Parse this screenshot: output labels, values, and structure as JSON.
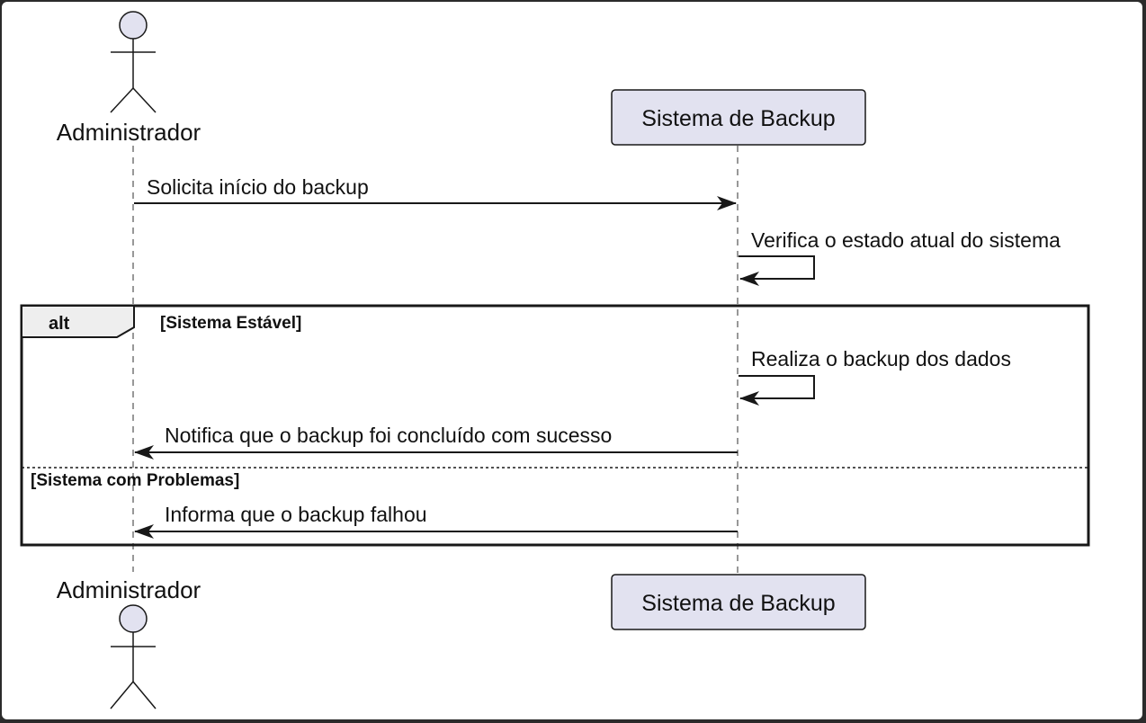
{
  "participants": {
    "actor": {
      "name": "Administrador"
    },
    "system": {
      "name": "Sistema de Backup"
    }
  },
  "messages": [
    {
      "from": "Administrador",
      "to": "Sistema de Backup",
      "label": "Solicita início do backup"
    },
    {
      "from": "Sistema de Backup",
      "to": "Sistema de Backup",
      "label": "Verifica o estado atual do sistema"
    },
    {
      "from": "Sistema de Backup",
      "to": "Sistema de Backup",
      "label": "Realiza o backup dos dados"
    },
    {
      "from": "Sistema de Backup",
      "to": "Administrador",
      "label": "Notifica que o backup foi concluído com sucesso"
    },
    {
      "from": "Sistema de Backup",
      "to": "Administrador",
      "label": "Informa que o backup falhou"
    }
  ],
  "alt_fragment": {
    "keyword": "alt",
    "guard1": "[Sistema Estável]",
    "guard2": "[Sistema com Problemas]"
  },
  "colors": {
    "participant_fill": "#e2e2f0",
    "participant_border": "#181818",
    "line": "#181818",
    "lifeline": "#777777",
    "fragment_tab": "#eeeeee"
  }
}
